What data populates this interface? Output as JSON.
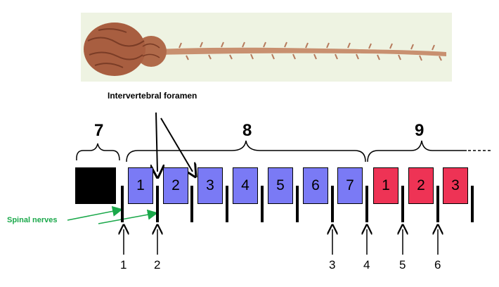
{
  "labels": {
    "intervertebral_foramen": "Intervertebral foramen",
    "spinal_nerves": "Spinal nerves"
  },
  "groups": [
    {
      "label": "7"
    },
    {
      "label": "8"
    },
    {
      "label": "9"
    }
  ],
  "vertebrae_blue": [
    "1",
    "2",
    "3",
    "4",
    "5",
    "6",
    "7"
  ],
  "vertebrae_red": [
    "1",
    "2",
    "3"
  ],
  "nerve_numbers": [
    "1",
    "2",
    "3",
    "4",
    "5",
    "6"
  ],
  "colors": {
    "blue_vertebra": "#7a7af5",
    "red_vertebra": "#ee3355",
    "spinal_nerves_label": "#1aa84a"
  },
  "icons": {
    "photo": "brain-and-spinal-cord-photo"
  }
}
